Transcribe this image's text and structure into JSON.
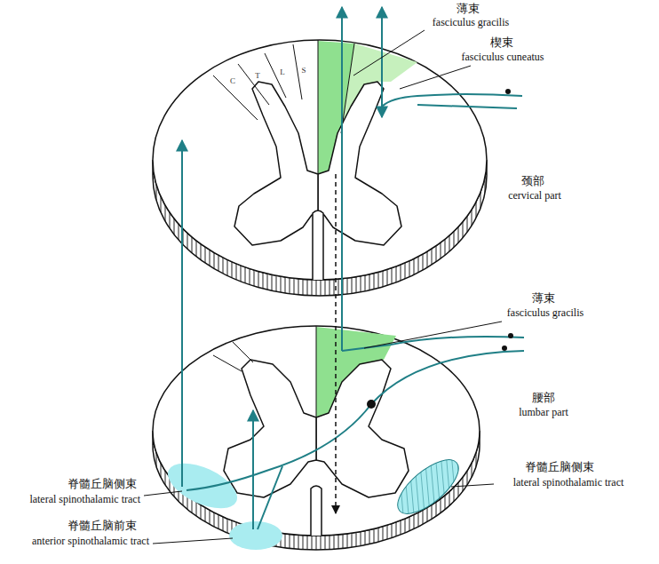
{
  "diagram": {
    "labels": [
      "薄束",
      "fasciculus gracilis",
      "楔束",
      "fasciculus cuneatus",
      "颈部",
      "cervical part",
      "薄束",
      "fasciculus gracilis",
      "腰部",
      "lumbar part",
      "脊髓丘脑侧束",
      "lateral spinothalamic tract",
      "脊髓丘脑前束",
      "anterior spinothalamic tract",
      "脊髓丘脑侧束",
      "lateral spinothalamic tract",
      "C",
      "T",
      "L",
      "S"
    ]
  }
}
